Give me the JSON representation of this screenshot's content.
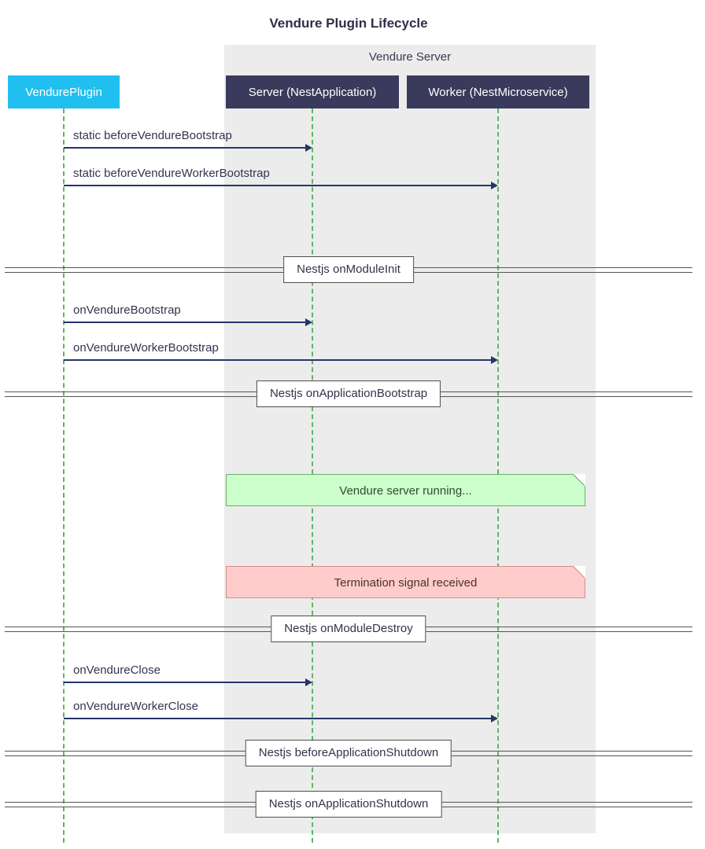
{
  "title": "Vendure Plugin Lifecycle",
  "group": {
    "label": "Vendure Server"
  },
  "actors": [
    {
      "id": "vendure-plugin",
      "label": "VendurePlugin"
    },
    {
      "id": "server",
      "label": "Server (NestApplication)"
    },
    {
      "id": "worker",
      "label": "Worker (NestMicroservice)"
    }
  ],
  "messages": [
    {
      "label": "static beforeVendureBootstrap",
      "from": "VendurePlugin",
      "to": "Server (NestApplication)"
    },
    {
      "label": "static beforeVendureWorkerBootstrap",
      "from": "VendurePlugin",
      "to": "Worker (NestMicroservice)"
    },
    {
      "label": "onVendureBootstrap",
      "from": "VendurePlugin",
      "to": "Server (NestApplication)"
    },
    {
      "label": "onVendureWorkerBootstrap",
      "from": "VendurePlugin",
      "to": "Worker (NestMicroservice)"
    },
    {
      "label": "onVendureClose",
      "from": "VendurePlugin",
      "to": "Server (NestApplication)"
    },
    {
      "label": "onVendureWorkerClose",
      "from": "VendurePlugin",
      "to": "Worker (NestMicroservice)"
    }
  ],
  "dividers": [
    {
      "label": "Nestjs onModuleInit"
    },
    {
      "label": "Nestjs onApplicationBootstrap"
    },
    {
      "label": "Nestjs onModuleDestroy"
    },
    {
      "label": "Nestjs beforeApplicationShutdown"
    },
    {
      "label": "Nestjs onApplicationShutdown"
    }
  ],
  "notes": [
    {
      "label": "Vendure server running...",
      "style": "green"
    },
    {
      "label": "Termination signal received",
      "style": "red"
    }
  ],
  "colors": {
    "plugin_actor_bg": "#20bff0",
    "dark_actor_bg": "#3a3a5c",
    "group_bg": "#ececec",
    "lifeline": "#5bb75b",
    "arrow": "#253668",
    "note_green_bg": "#ccffcc",
    "note_green_border": "#6fae6f",
    "note_red_bg": "#ffcccc",
    "note_red_border": "#d88c8c"
  }
}
